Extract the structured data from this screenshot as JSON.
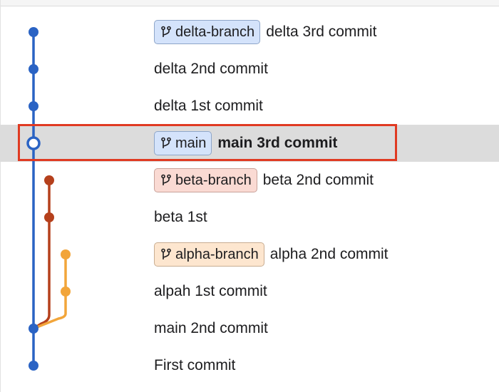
{
  "commits": [
    {
      "message": "delta 3rd commit",
      "branch": "delta-branch",
      "badge_color": "#d4e3fb",
      "selected": false
    },
    {
      "message": "delta 2nd commit",
      "branch": null,
      "selected": false
    },
    {
      "message": "delta 1st commit",
      "branch": null,
      "selected": false
    },
    {
      "message": "main 3rd commit",
      "branch": "main",
      "badge_color": "#d4e3fb",
      "selected": true
    },
    {
      "message": "beta 2nd commit",
      "branch": "beta-branch",
      "badge_color": "#fadad3",
      "selected": false
    },
    {
      "message": "beta 1st",
      "branch": null,
      "selected": false
    },
    {
      "message": "alpha 2nd commit",
      "branch": "alpha-branch",
      "badge_color": "#fde6cf",
      "selected": false
    },
    {
      "message": "alpah 1st commit",
      "branch": null,
      "selected": false
    },
    {
      "message": "main 2nd commit",
      "branch": null,
      "selected": false
    },
    {
      "message": "First commit",
      "branch": null,
      "selected": false
    }
  ],
  "colors": {
    "main_lane": "#2a63c4",
    "beta_lane": "#b5401c",
    "alpha_lane": "#f2a53a",
    "selection_outline": "#e03a22",
    "selected_row_bg": "#dcdcdc"
  },
  "icons": {
    "branch_badge": "branch-icon",
    "head_commit": "hollow-circle-icon"
  }
}
